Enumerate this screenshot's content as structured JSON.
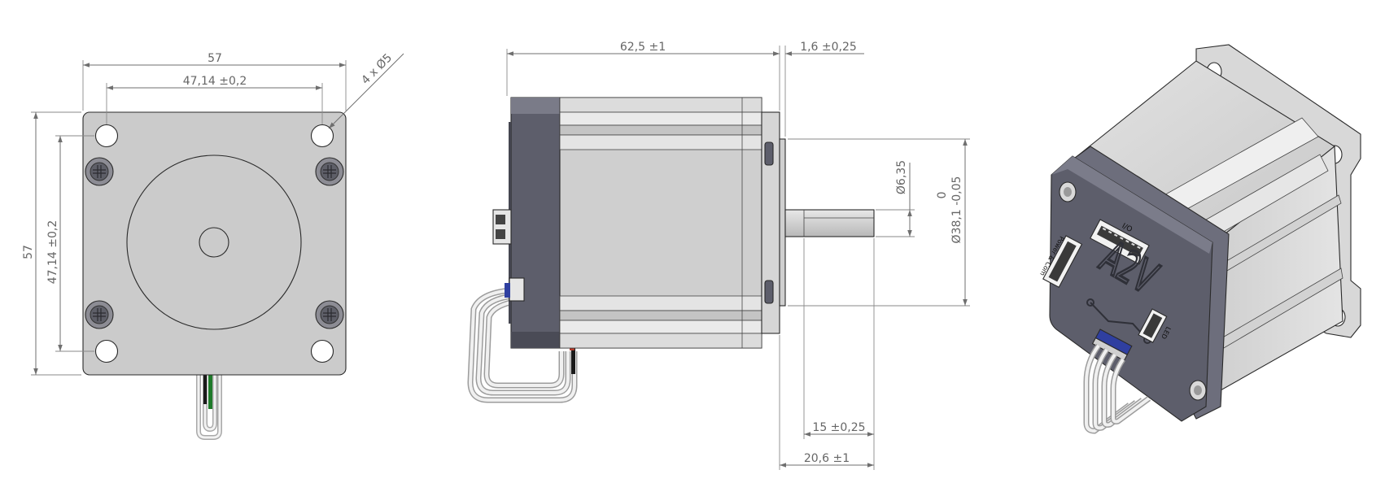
{
  "front_view": {
    "width_overall": "57",
    "hole_spacing_horizontal": "47,14 ±0,2",
    "hole_callout": "4 x Ø5",
    "height_overall": "57",
    "hole_spacing_vertical": "47,14 ±0,2"
  },
  "side_view": {
    "body_length": "62,5 ±1",
    "flange_thickness": "1,6 ±0,25",
    "shaft_diameter": "Ø6,35",
    "pilot_tolerance_upper": "0",
    "pilot_diameter": "Ø38,1 -0,05",
    "flat_length": "15 ±0,25",
    "shaft_length": "20,6 ±1"
  },
  "iso_view": {
    "brand_logo": "A2V",
    "port_io_label": "I/O",
    "port_power_label": "Power & Com",
    "port_led_label": "LED"
  },
  "colors": {
    "body_metal": "#cfcfcf",
    "end_cap": "#5d5e6b",
    "dimension": "#6f6f6f"
  }
}
